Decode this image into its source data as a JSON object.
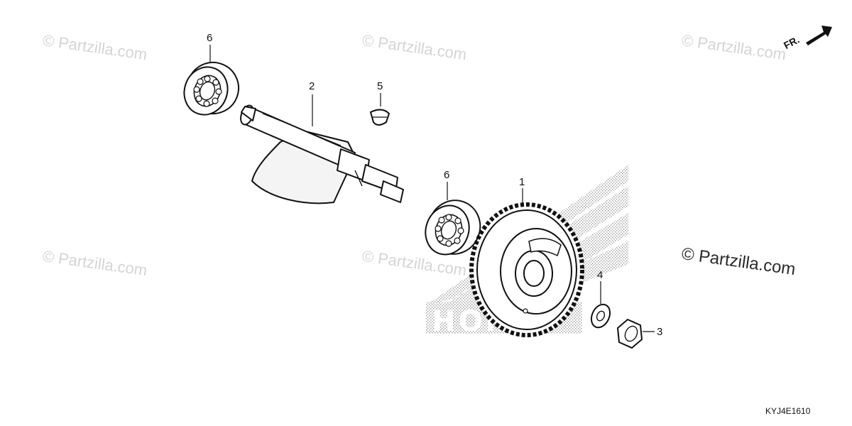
{
  "diagram": {
    "watermark_text": "© Partzilla.com",
    "callouts": [
      "1",
      "2",
      "3",
      "4",
      "5",
      "6"
    ],
    "direction_label": "FR.",
    "diagram_code": "KYJ4E1610"
  }
}
